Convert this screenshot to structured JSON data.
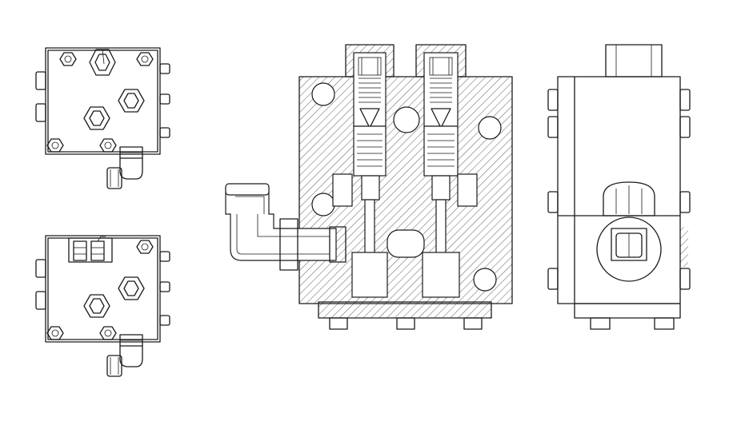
{
  "drawing": {
    "views": [
      {
        "id": "top-view-1",
        "description_visible": false
      },
      {
        "id": "top-view-2",
        "description_visible": false
      },
      {
        "id": "section-view",
        "description_visible": false
      },
      {
        "id": "side-view",
        "description_visible": false
      }
    ]
  },
  "colors": {
    "line": "#1a1a1a",
    "background": "#ffffff"
  }
}
